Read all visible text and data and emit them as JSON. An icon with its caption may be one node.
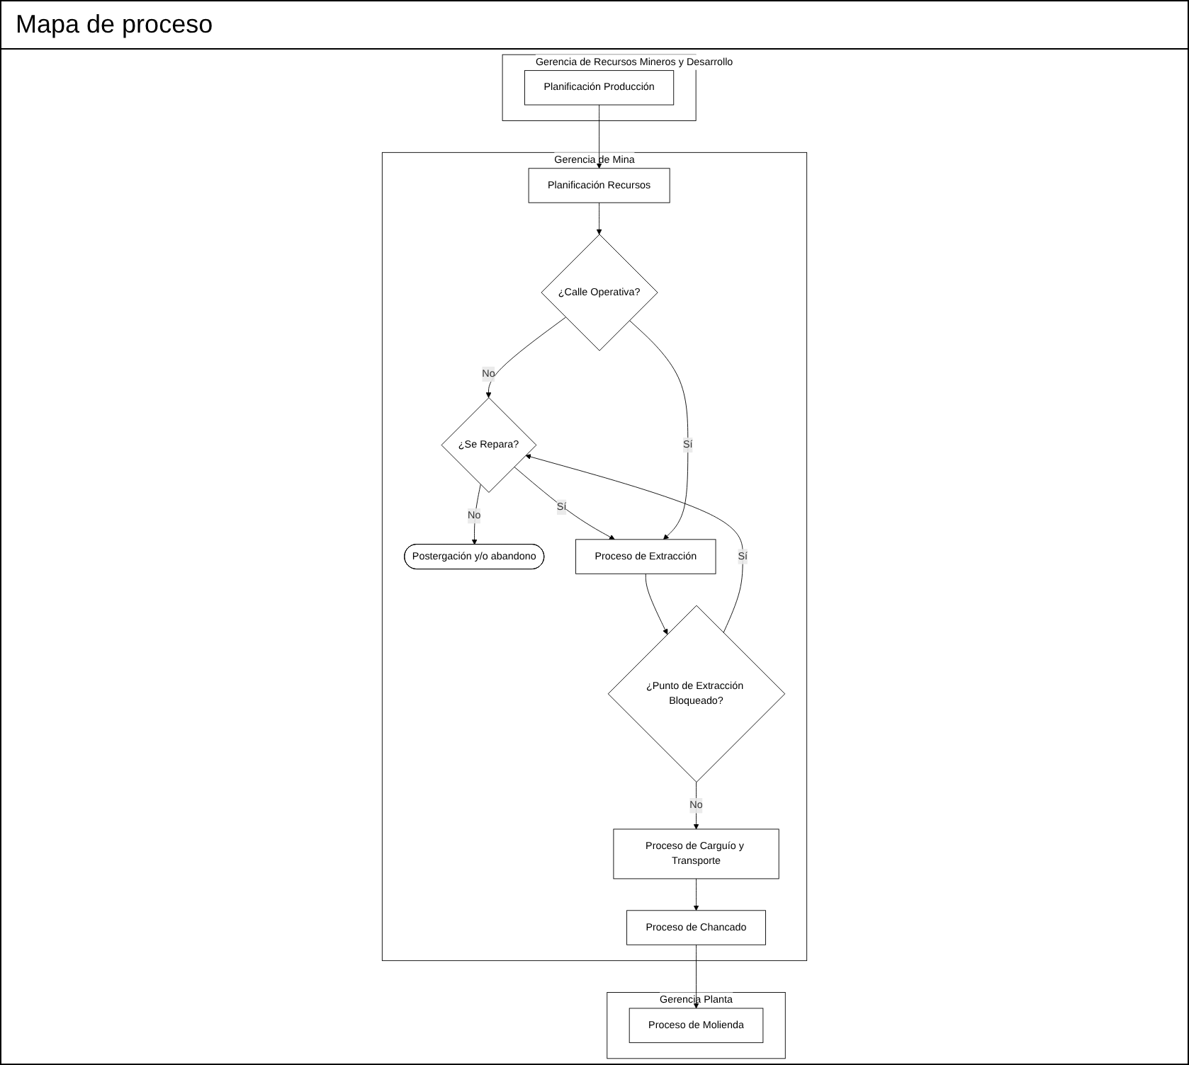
{
  "diagram": {
    "title": "Mapa de proceso",
    "nodes": [
      {
        "text": [
          "Gerencia de Recursos Mineros y Desarrollo"
        ]
      },
      {
        "text": [
          "Gerencia de Mina"
        ]
      },
      {
        "text": [
          "Gerencia Planta"
        ]
      },
      {
        "text": [
          "Planificación Producción"
        ],
        "in": 0
      },
      {
        "text": [
          "Planificación Recursos"
        ],
        "in": 1
      },
      {
        "text": [
          "¿Calle Operativa?"
        ],
        "in": 1
      },
      {
        "text": [
          "¿Se  Repara?"
        ],
        "in": 1
      },
      {
        "text": [
          "Postergación y/o abandono"
        ],
        "in": 1
      },
      {
        "text": [
          "Proceso de Extracción"
        ],
        "in": 1
      },
      {
        "text": [
          "¿Punto de Extracción Bloqueado?"
        ],
        "in": 1
      },
      {
        "text": [
          "Proceso de Carguío y Transporte"
        ],
        "in": 1
      },
      {
        "text": [
          "Proceso de Chancado"
        ],
        "in": 1
      },
      {
        "text": [
          "Proceso de Molienda"
        ],
        "in": 2
      }
    ],
    "edges": [
      {
        "from": 3,
        "to": 4,
        "arrow": "to"
      },
      {
        "from": 4,
        "to": 5,
        "arrow": "to"
      },
      {
        "from": 5,
        "to": 6,
        "label": "No",
        "arrow": "to"
      },
      {
        "from": 6,
        "to": 7,
        "label": "No",
        "arrow": "to"
      },
      {
        "from": 6,
        "to": 8,
        "label": "Sí",
        "arrow": "to"
      },
      {
        "from": 5,
        "to": 8,
        "label": "Sí",
        "arrow": "to"
      },
      {
        "from": 8,
        "to": 9,
        "arrow": "to"
      },
      {
        "from": 9,
        "to": 6,
        "label": "Sí",
        "arrow": "to"
      },
      {
        "from": 9,
        "to": 10,
        "label": "No",
        "arrow": "to"
      },
      {
        "from": 10,
        "to": 11,
        "arrow": "to"
      },
      {
        "from": 11,
        "to": 12,
        "arrow": "to"
      }
    ]
  }
}
